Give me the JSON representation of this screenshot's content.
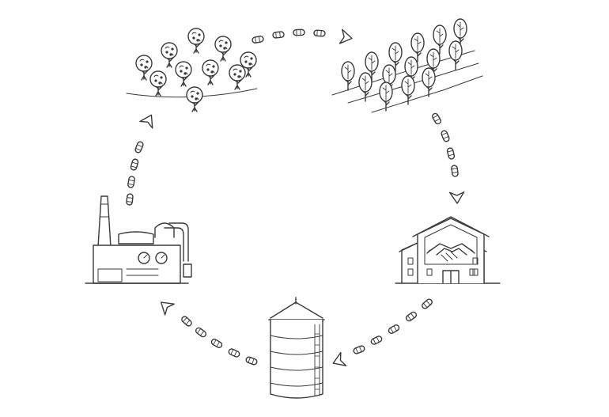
{
  "diagram": {
    "type": "cycle",
    "flow_direction": "clockwise",
    "nodes": [
      {
        "id": "orchard",
        "icon": "orchard-trees-icon"
      },
      {
        "id": "plantation",
        "icon": "tree-plantation-rows-icon"
      },
      {
        "id": "handshake-building",
        "icon": "handshake-building-icon"
      },
      {
        "id": "silo",
        "icon": "storage-silo-icon"
      },
      {
        "id": "factory",
        "icon": "processing-factory-icon"
      }
    ],
    "connectors": [
      {
        "from": "orchard",
        "to": "plantation",
        "style": "pellet-chain-arrow"
      },
      {
        "from": "plantation",
        "to": "handshake-building",
        "style": "pellet-chain-arrow"
      },
      {
        "from": "handshake-building",
        "to": "silo",
        "style": "pellet-chain-arrow"
      },
      {
        "from": "silo",
        "to": "factory",
        "style": "pellet-chain-arrow"
      },
      {
        "from": "factory",
        "to": "orchard",
        "style": "pellet-chain-arrow"
      }
    ],
    "colors": {
      "stroke": "#3a3a3a",
      "fill": "#ffffff",
      "background": "#ffffff"
    }
  }
}
